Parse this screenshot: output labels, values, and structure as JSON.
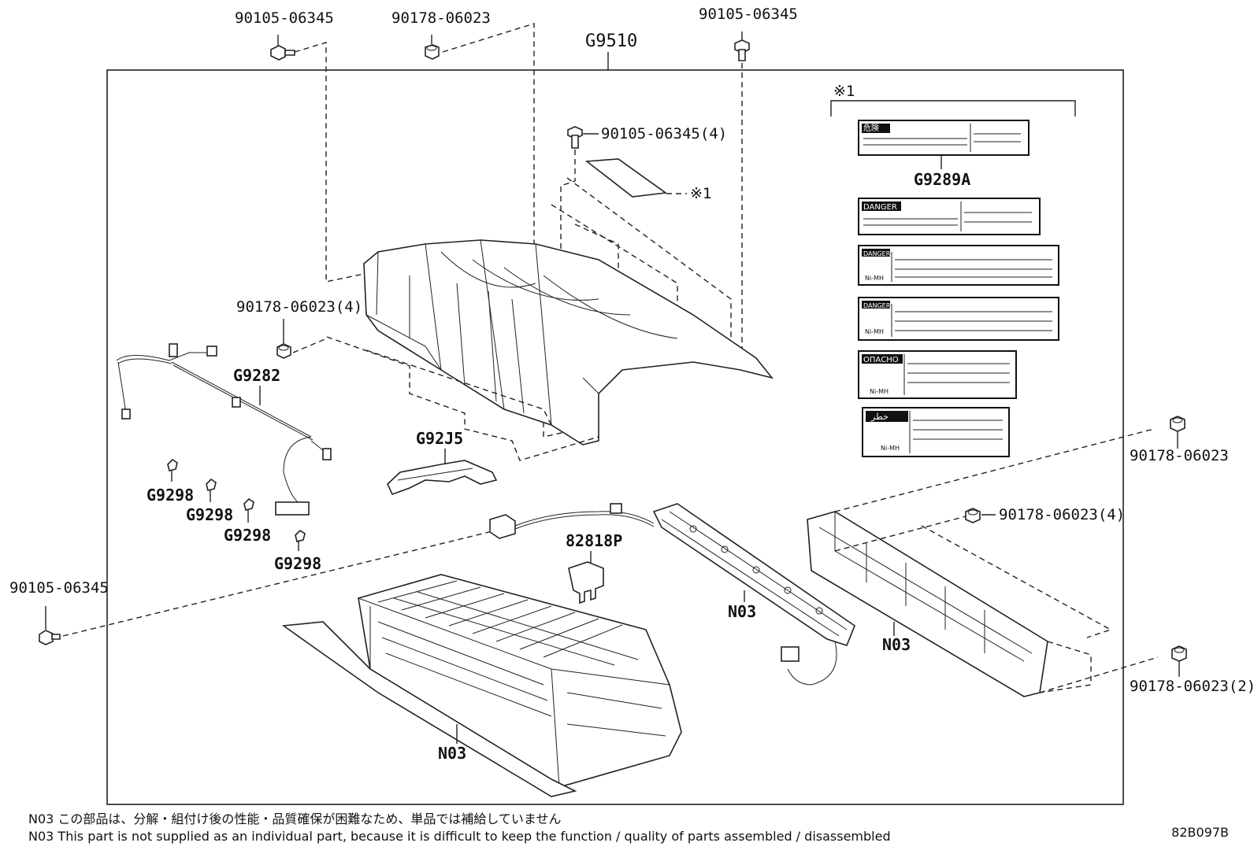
{
  "labels": {
    "g9510": "G9510",
    "bolt_top_left": "90105-06345",
    "nut_top_center": "90178-06023",
    "bolt_top_right": "90105-06345",
    "bolt_cover_4": "90105-06345(4)",
    "ref_mark_cover": "※1",
    "nut_left_4": "90178-06023(4)",
    "g9282": "G9282",
    "g92j5": "G92J5",
    "g9298_a": "G9298",
    "g9298_b": "G9298",
    "g9298_c": "G9298",
    "g9298_d": "G9298",
    "bolt_left": "90105-06345",
    "p82818p": "82818P",
    "n03_center": "N03",
    "n03_right": "N03",
    "n03_bottom": "N03",
    "ref_mark_labels": "※1",
    "g9289a": "G9289A",
    "nut_right_top": "90178-06023",
    "nut_right_mid_4": "90178-06023(4)",
    "nut_right_bottom_2": "90178-06023(2)"
  },
  "warning_plates": {
    "jp": "危険",
    "en1": "DANGER",
    "en2": "DANGER",
    "en3": "DANGER",
    "ru": "ОПАСНО",
    "ar": "خطر",
    "nimh": "Ni-MH"
  },
  "notes": {
    "line_jp": "N03  この部品は、分解・組付け後の性能・品質確保が困難なため、単品では補給していません",
    "line_en": "N03  This part is not supplied as an individual part, because it is difficult to keep the function / quality of parts  assembled / disassembled"
  },
  "diagram_code": "82B097B"
}
